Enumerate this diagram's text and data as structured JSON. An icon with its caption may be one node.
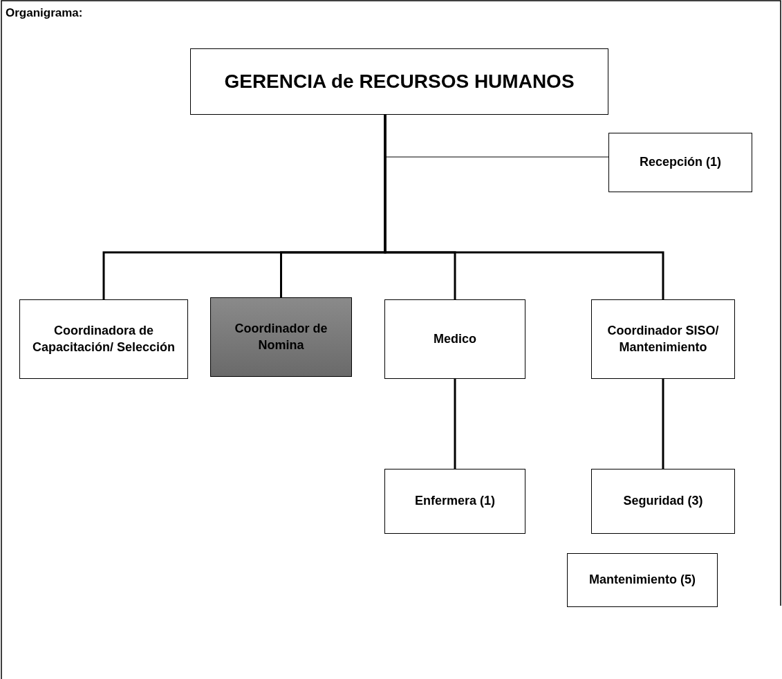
{
  "diagram": {
    "title": "Organigrama:",
    "nodes": [
      {
        "text": [
          "GERENCIA de RECURSOS HUMANOS"
        ]
      },
      {
        "text": [
          "Recepción (1)"
        ]
      },
      {
        "text": [
          "Coordinadora de Capacitación/ Selección"
        ]
      },
      {
        "text": [
          "Coordinador de Nomina"
        ]
      },
      {
        "text": [
          "Medico"
        ]
      },
      {
        "text": [
          "Coordinador SISO/ Mantenimiento"
        ]
      },
      {
        "text": [
          "Enfermera (1)"
        ]
      },
      {
        "text": [
          "Seguridad (3)"
        ]
      },
      {
        "text": [
          "Mantenimiento (5)"
        ]
      }
    ],
    "edges": [
      {
        "from": 0,
        "to": 1,
        "arrow": "none"
      },
      {
        "from": 0,
        "to": 2,
        "arrow": "none"
      },
      {
        "from": 0,
        "to": 3,
        "arrow": "none"
      },
      {
        "from": 0,
        "to": 4,
        "arrow": "none"
      },
      {
        "from": 0,
        "to": 5,
        "arrow": "none"
      },
      {
        "from": 4,
        "to": 6,
        "arrow": "none"
      },
      {
        "from": 5,
        "to": 7,
        "arrow": "none"
      }
    ]
  }
}
